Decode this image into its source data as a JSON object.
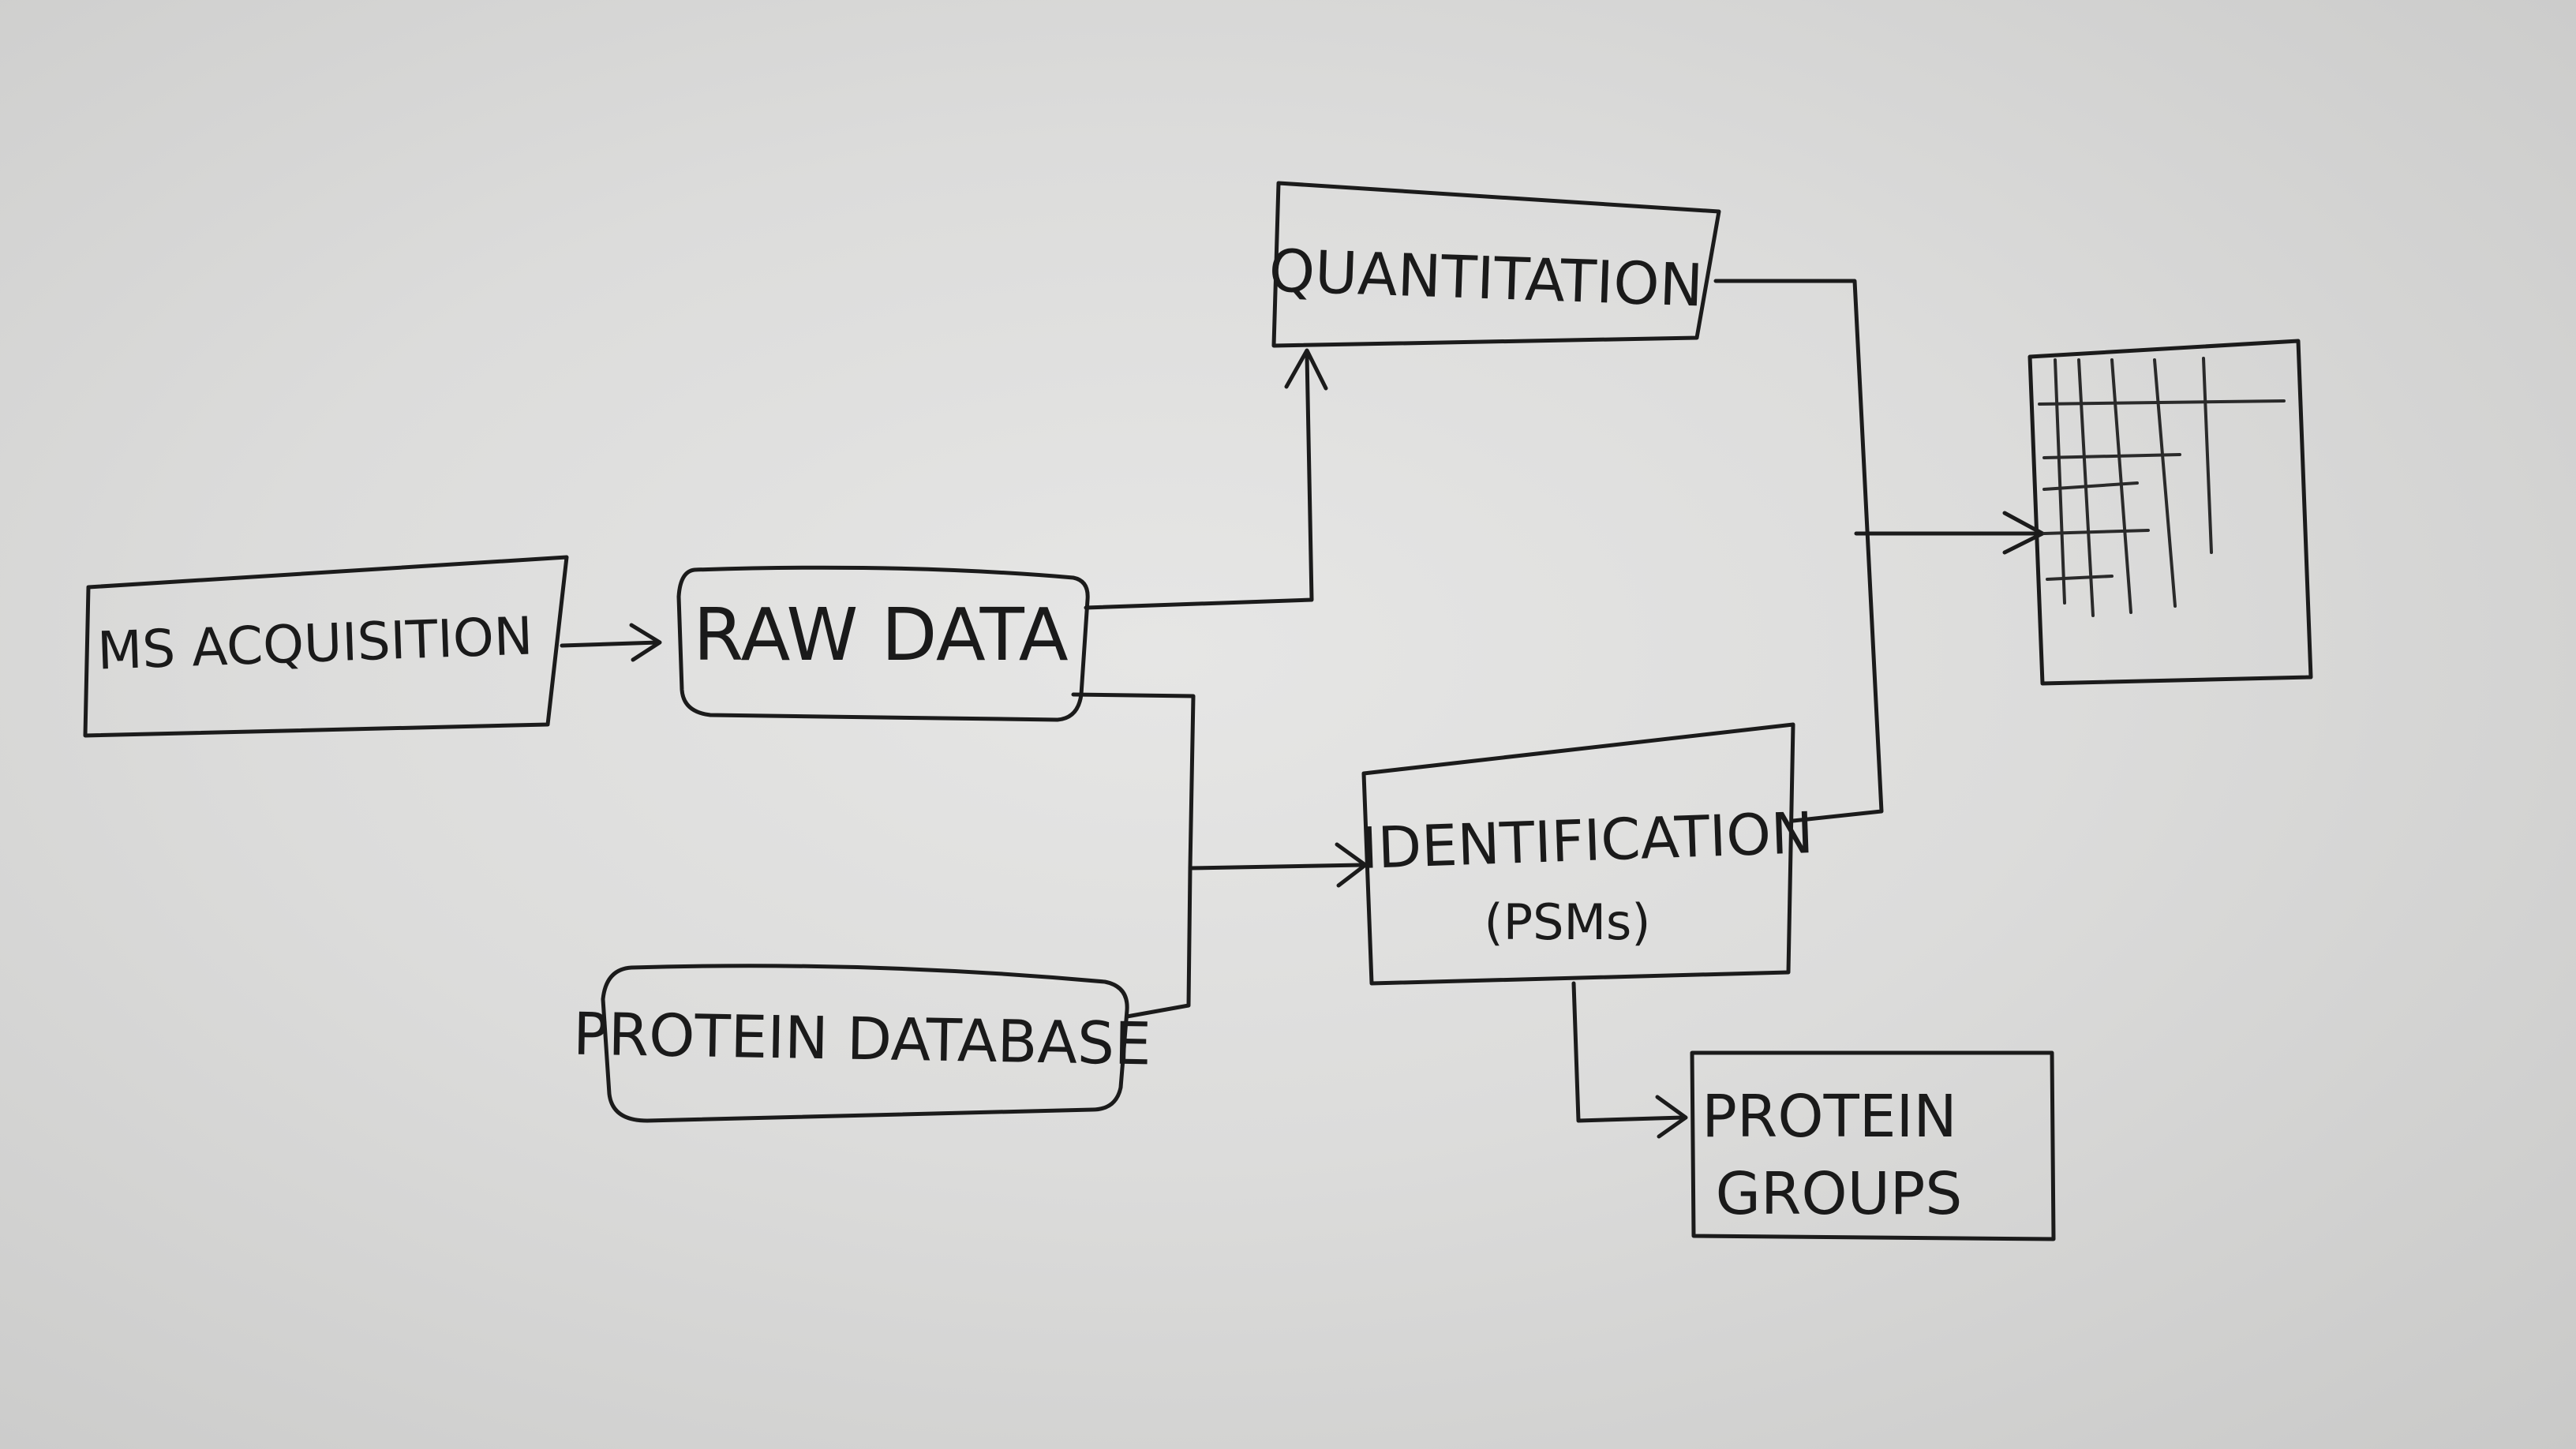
{
  "nodes": {
    "ms_acquisition": "MS ACQUISITION",
    "raw_data": "RAW DATA",
    "quantitation": "QUANTITATION",
    "identification": "IDENTIFICATION",
    "identification_sub": "(PSMs)",
    "protein_database": "PROTEIN DATABASE",
    "protein_groups_line1": "PROTEIN",
    "protein_groups_line2": "GROUPS"
  },
  "ink_color": "#1b1b1b"
}
